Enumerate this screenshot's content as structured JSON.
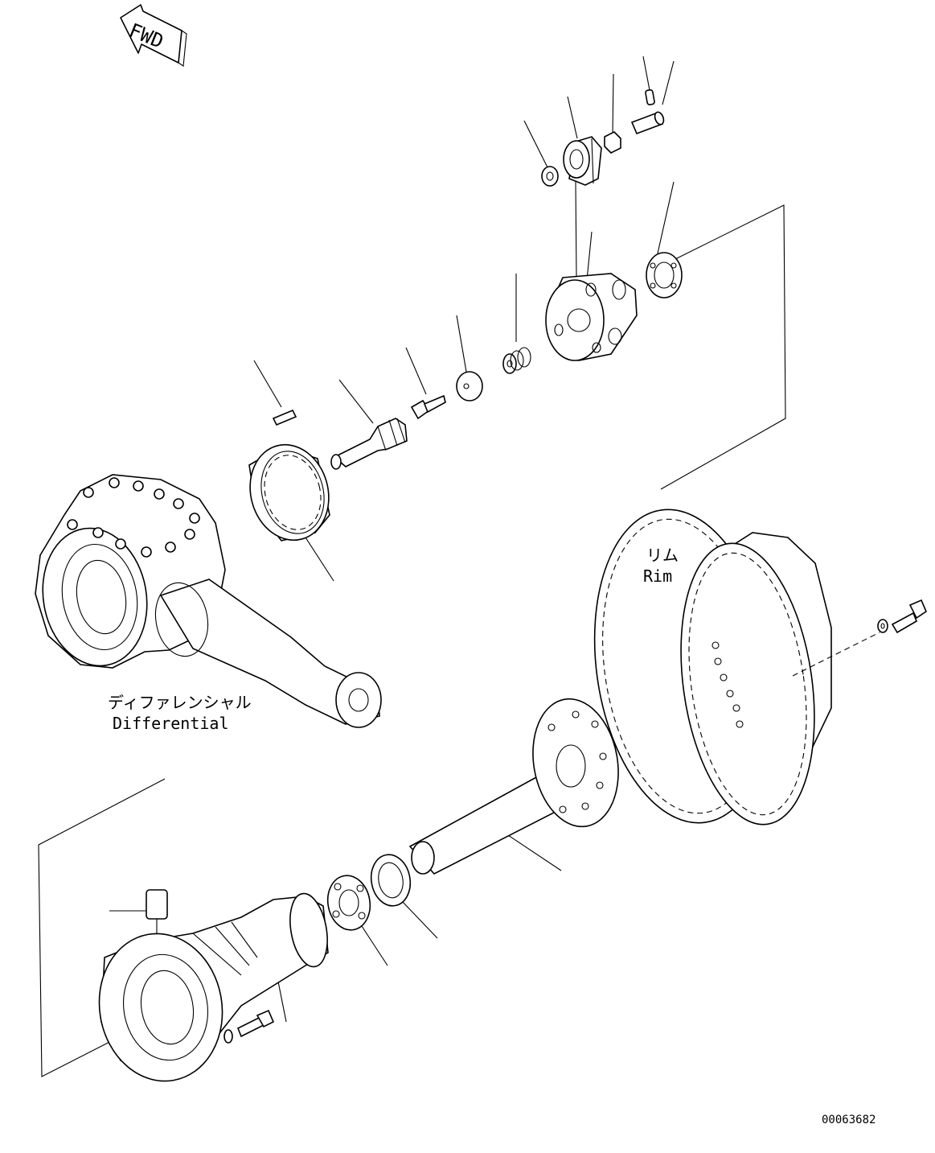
{
  "diagram": {
    "fwd_label": "FWD",
    "differential_label_jp": "ディファレンシャル",
    "differential_label_en": "Differential",
    "rim_label_jp": "リム",
    "rim_label_en": "Rim",
    "drawing_number": "00063682"
  }
}
